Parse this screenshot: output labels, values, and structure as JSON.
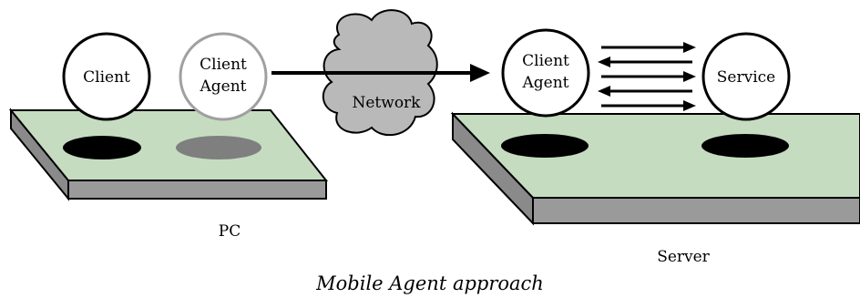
{
  "diagram": {
    "caption": "Mobile Agent approach",
    "pc": {
      "label": "PC",
      "client": "Client",
      "client_agent_line1": "Client",
      "client_agent_line2": "Agent"
    },
    "network": {
      "label": "Network"
    },
    "server": {
      "label": "Server",
      "client_agent_line1": "Client",
      "client_agent_line2": "Agent",
      "service": "Service"
    }
  },
  "colors": {
    "platform_top": "#c5dcc1",
    "platform_side": "#9a9a9a",
    "cloud": "#b9b9b9",
    "ghost_outline": "#a0a0a0",
    "ghost_slot": "#7f7f7f",
    "slot": "#000000"
  }
}
